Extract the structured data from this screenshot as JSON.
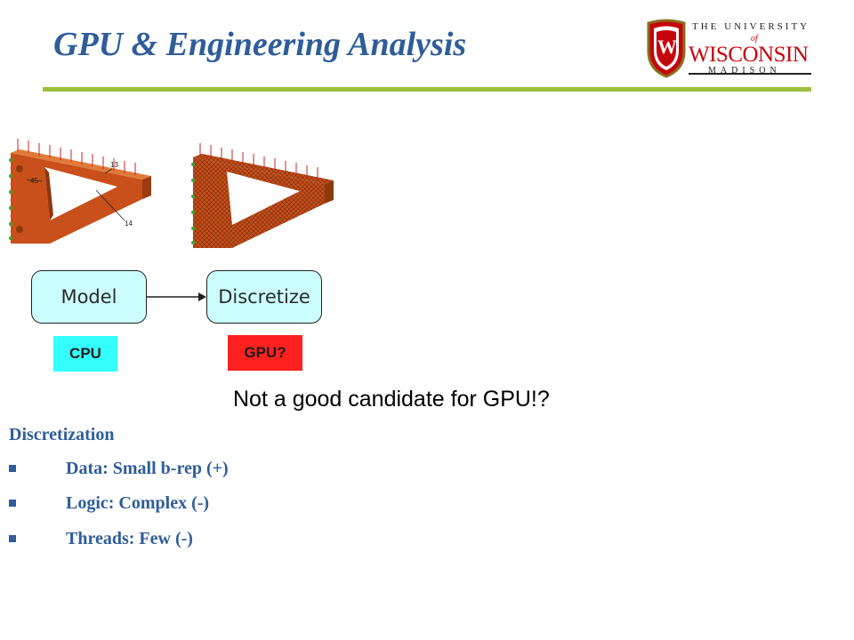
{
  "slide": {
    "title": "GPU & Engineering Analysis",
    "logo": {
      "line_top": "THE UNIVERSITY",
      "line_of": "of",
      "line_main": "WISCONSIN",
      "line_bottom": "MADISON",
      "crest_letter": "W"
    }
  },
  "model_image": {
    "dimension_labels": [
      "13",
      "45",
      "14"
    ]
  },
  "flow": {
    "model_label": "Model",
    "discretize_label": "Discretize"
  },
  "tags": {
    "cpu": {
      "label": "CPU",
      "color": "#33ffff"
    },
    "gpu": {
      "label": "GPU?",
      "color": "#ff2020"
    }
  },
  "statement": "Not a good candidate for GPU!?",
  "section": {
    "heading": "Discretization",
    "bullets": [
      "Data: Small b-rep (+)",
      "Logic: Complex  (-)",
      "Threads: Few (-)"
    ]
  },
  "colors": {
    "title": "#2f5d9a",
    "rule": "#9cc03c",
    "part": "#d4571e",
    "box": "#ccffff"
  }
}
